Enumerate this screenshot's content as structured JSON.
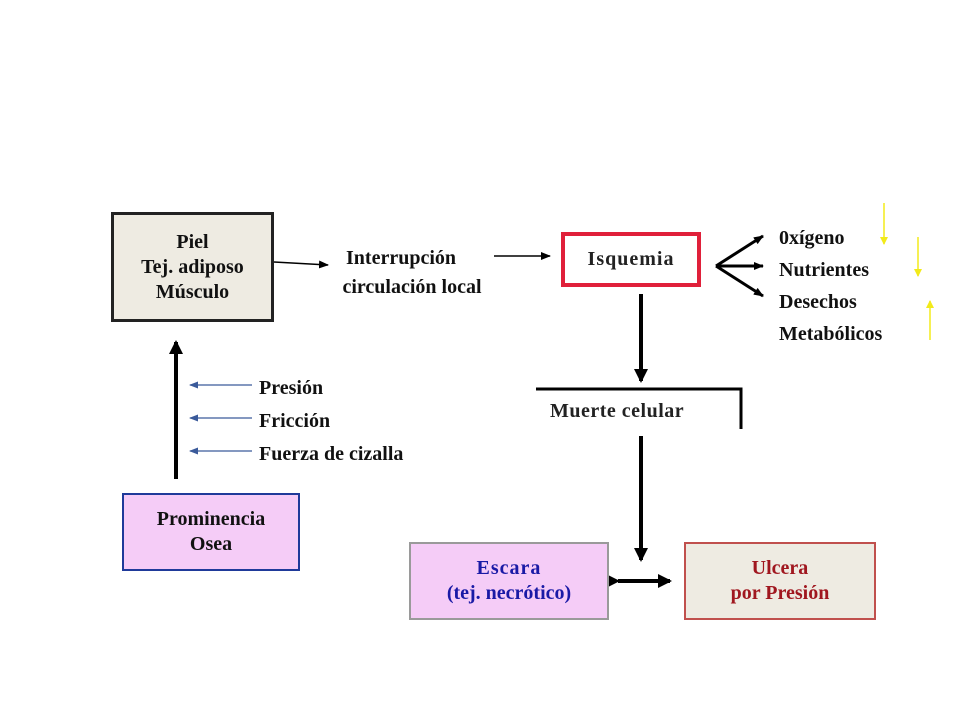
{
  "diagram": {
    "piel_box": {
      "lines": [
        "Piel",
        "Tej. adiposo",
        "Músculo"
      ]
    },
    "interrupcion": {
      "lines": [
        "Interrupción",
        "circulación local"
      ]
    },
    "isquemia_box": {
      "label": "Isquemia"
    },
    "effects": {
      "items": [
        "0xígeno",
        "Nutrientes",
        "Desechos",
        "Metabólicos"
      ]
    },
    "forces": {
      "items": [
        "Presión",
        "Fricción",
        "Fuerza de cizalla"
      ]
    },
    "muerte_celular": {
      "label": "Muerte celular"
    },
    "prominencia_box": {
      "lines": [
        "Prominencia",
        "Osea"
      ]
    },
    "escara_box": {
      "lines": [
        "Escara",
        "(tej. necrótico)"
      ]
    },
    "ulcera_box": {
      "lines": [
        "Ulcera",
        "por Presión"
      ]
    }
  },
  "colors": {
    "piel_bg": "#eeebe2",
    "prominencia_bg": "#f5ccf7",
    "prominencia_border": "#1f3a9a",
    "escara_bg": "#f5ccf7",
    "escara_text": "#1a1aa6",
    "ulcera_bg": "#eeebe2",
    "ulcera_border": "#c0504d",
    "ulcera_text": "#a0171f",
    "isquemia_border": "#e0203a",
    "yellow_arrow": "#f2ea1a",
    "force_arrow": "#3a5a9a"
  }
}
